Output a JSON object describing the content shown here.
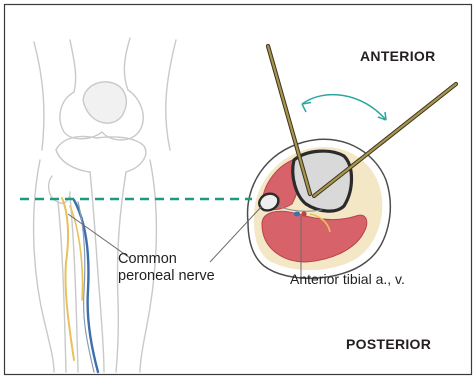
{
  "labels": {
    "anterior": "ANTERIOR",
    "posterior": "POSTERIOR",
    "nerve_line1": "Common",
    "nerve_line2": "peroneal nerve",
    "vessels": "Anterior tibial a., v."
  },
  "colors": {
    "frame": "#3a3a3a",
    "bone_outline": "#c7c7c7",
    "muscle": "#d8626a",
    "muscle_dark": "#b8434d",
    "fat": "#f3e7c6",
    "cortex": "#2b2b2b",
    "bone_marrow": "#d9d9d9",
    "pin": "#8a7a3c",
    "arc_arrow": "#2aa7a0",
    "plane_line": "#1e9a7c",
    "nerve": "#e8c15a",
    "vein": "#3d6fa8",
    "leader": "#6b6b6b"
  },
  "icons": [
    "rotation-arc-arrow-icon"
  ]
}
